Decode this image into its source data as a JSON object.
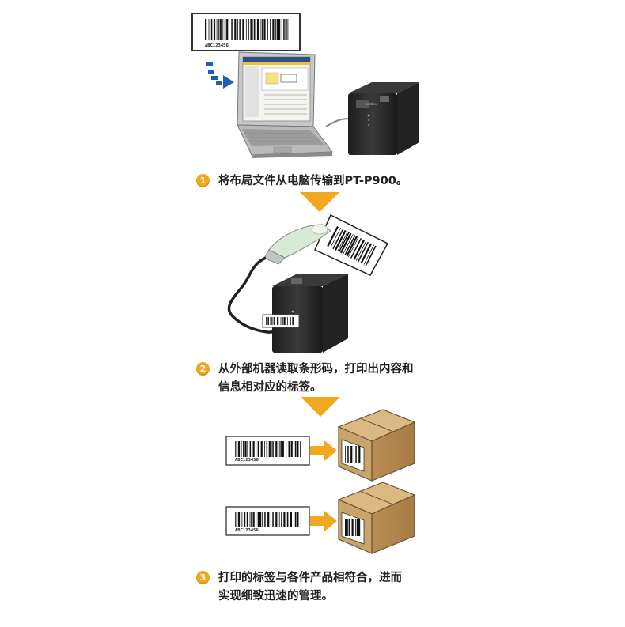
{
  "steps": [
    {
      "number": "1",
      "lines": [
        "将布局文件从电脑传输到PT-P900。"
      ]
    },
    {
      "number": "2",
      "lines": [
        "从外部机器读取条形码，打印出内容和",
        "信息相对应的标签。"
      ]
    },
    {
      "number": "3",
      "lines": [
        "打印的标签与各件产品相符合，进而",
        "实现细致迅速的管理。"
      ]
    }
  ],
  "barcode_labels": [
    "ABC123456",
    "ABC123456",
    "ABC123456"
  ],
  "printer_brand": "brother",
  "colors": {
    "accent": "#f0a81e",
    "printer": "#2b2b2b",
    "box": "#c9a46a"
  }
}
